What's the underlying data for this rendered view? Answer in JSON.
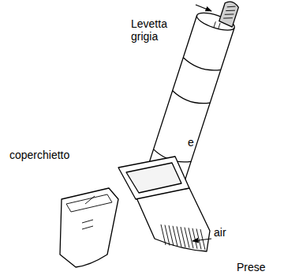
{
  "diagram": {
    "labels": [
      "Levetta grigia",
      "coperchietto",
      "e",
      "air",
      "Prese"
    ]
  }
}
